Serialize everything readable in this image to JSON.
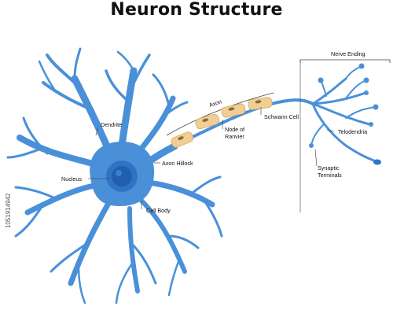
{
  "title": "Neuron Structure",
  "labels": {
    "dendrite": "Dendrite",
    "nucleus": "Nucleus",
    "axon_hillock": "Axon Hillock",
    "cell_body": "Cell Body",
    "axon": "Axon",
    "node_of_ranvier_1": "Node of",
    "node_of_ranvier_2": "Ranvier",
    "schwann_cell": "Schwann Cell",
    "nerve_ending": "Nerve Ending",
    "telodendria": "Telodendria",
    "synaptic_terminals_1": "Synaptic",
    "synaptic_terminals_2": "Terminals"
  },
  "watermark_id": "1051914942",
  "colors": {
    "neuron_blue": "#4a90d9",
    "neuron_light": "#8fc1ec",
    "nucleus_dark": "#1f5fae",
    "myelin": "#f1cf94",
    "myelin_edge": "#d8a95a",
    "schwann_nucleus": "#8a6a45"
  }
}
